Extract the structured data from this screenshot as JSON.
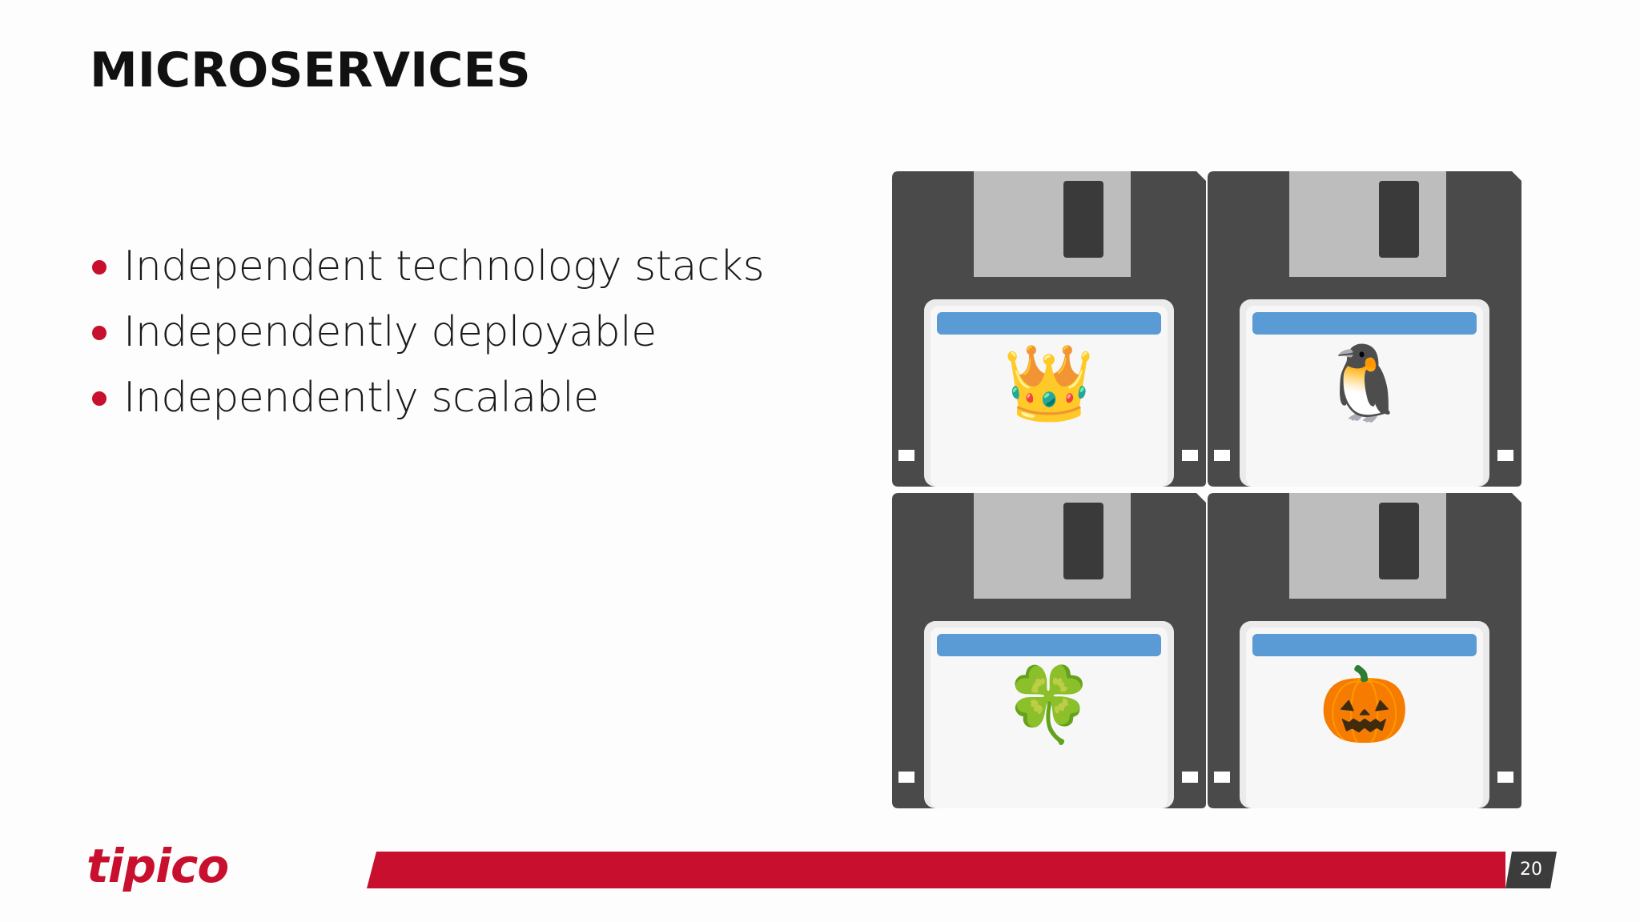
{
  "slide": {
    "title": "MICROSERVICES",
    "bullets": [
      "Independent technology stacks",
      "Independently deployable",
      "Independently scalable"
    ],
    "disks": [
      {
        "icon": "crown-icon",
        "emoji": "👑"
      },
      {
        "icon": "penguin-icon",
        "emoji": "🐧"
      },
      {
        "icon": "four-leaf-clover-icon",
        "emoji": "🍀"
      },
      {
        "icon": "jack-o-lantern-icon",
        "emoji": "🎃"
      }
    ],
    "footer": {
      "logo_text": "tipico",
      "page_number": "20"
    }
  },
  "colors": {
    "brand_red": "#c8102e",
    "disk_body": "#4a4a4a",
    "disk_shutter": "#bdbdbd",
    "label_stripe": "#5b9bd5",
    "page_box": "#3c3c3c"
  }
}
